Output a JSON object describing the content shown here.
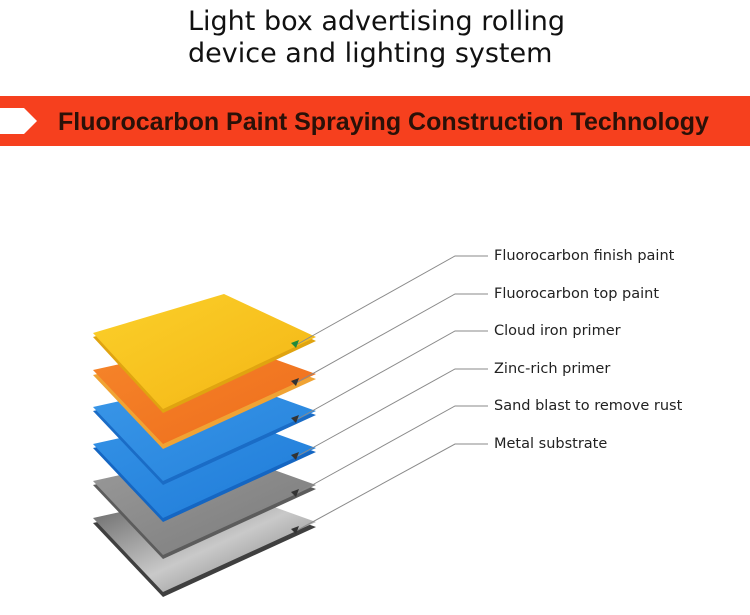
{
  "title": {
    "line1": "Light box advertising rolling",
    "line2": "device and lighting system"
  },
  "banner": {
    "text": "Fluorocarbon Paint Spraying Construction Technology",
    "color": "#f6401e"
  },
  "layers": [
    {
      "label": "Fluorocarbon finish paint",
      "color": "#f7bd1c"
    },
    {
      "label": "Fluorocarbon top paint",
      "color": "#f37a24"
    },
    {
      "label": "Cloud iron primer",
      "color": "#2f8de0"
    },
    {
      "label": "Zinc-rich primer",
      "color": "#2a86de"
    },
    {
      "label": "Sand blast to remove rust",
      "color": "#8c8c8c"
    },
    {
      "label": "Metal substrate",
      "color": "#6a6a6a"
    }
  ]
}
